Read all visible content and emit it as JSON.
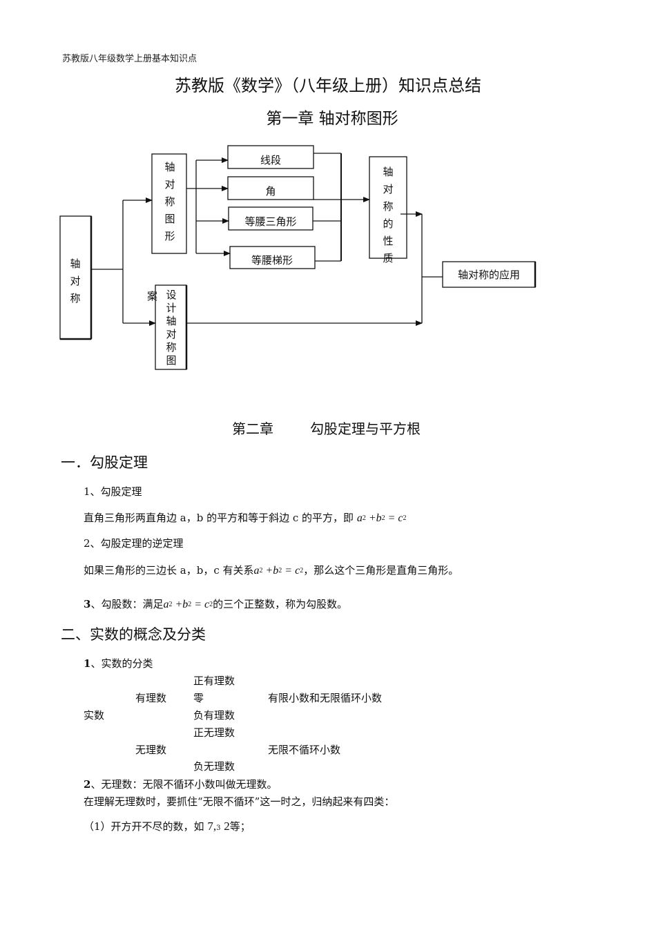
{
  "header_note": "苏教版八年级数学上册基本知识点",
  "title": "苏教版《数学》（八年级上册）知识点总结",
  "chapter1": {
    "title": "第一章  轴对称图形",
    "diagram": {
      "root": "轴对称",
      "node_figures": "轴对称图形",
      "node_design": "设计轴对称图",
      "design_side_char": "案",
      "items": [
        "线段",
        "角",
        "等腰三角形",
        "等腰梯形"
      ],
      "node_properties": "轴对称的性质",
      "node_application": "轴对称的应用"
    }
  },
  "chapter2": {
    "title_a": "第二章",
    "title_b": "勾股定理与平方根",
    "section1": {
      "title": "一．勾股定理",
      "item1_heading": "1、勾股定理",
      "item1_text": "直角三角形两直角边 a，b 的平方和等于斜边 c 的平方，即",
      "item2_heading": "2、勾股定理的逆定理",
      "item2_text_a": "如果三角形的三边长 a，b，c 有关系",
      "item2_text_b": "，那么这个三角形是直角三角形。",
      "item3_num": "3",
      "item3_text_a": "、勾股数：满足",
      "item3_text_b": "的三个正整数，称为勾股数。"
    },
    "section2": {
      "title": "二、实数的概念及分类",
      "item1_num": "1",
      "item1_heading": "、实数的分类",
      "classification": {
        "real": "实数",
        "rational": "有理数",
        "irrational": "无理数",
        "pos_rational": "正有理数",
        "zero": "零",
        "neg_rational": "负有理数",
        "pos_irrational": "正无理数",
        "neg_irrational": "负无理数",
        "rational_desc": "有限小数和无限循环小数",
        "irrational_desc": "无限不循环小数"
      },
      "item2_num": "2",
      "item2_text": "、无理数：无限不循环小数叫做无理数。",
      "item2_note": "在理解无理数时，要抓住“无限不循环”这一时之，归纳起来有四类：",
      "item2_sub1_a": "（1）开方开不尽的数，如",
      "item2_sub1_math": "7,",
      "item2_sub1_small": "3",
      "item2_sub1_math2": "2",
      "item2_sub1_b": "等；"
    }
  },
  "math": {
    "a": "a",
    "b": "b",
    "c": "c",
    "plus": "+",
    "eq": "=",
    "sq": "2"
  }
}
